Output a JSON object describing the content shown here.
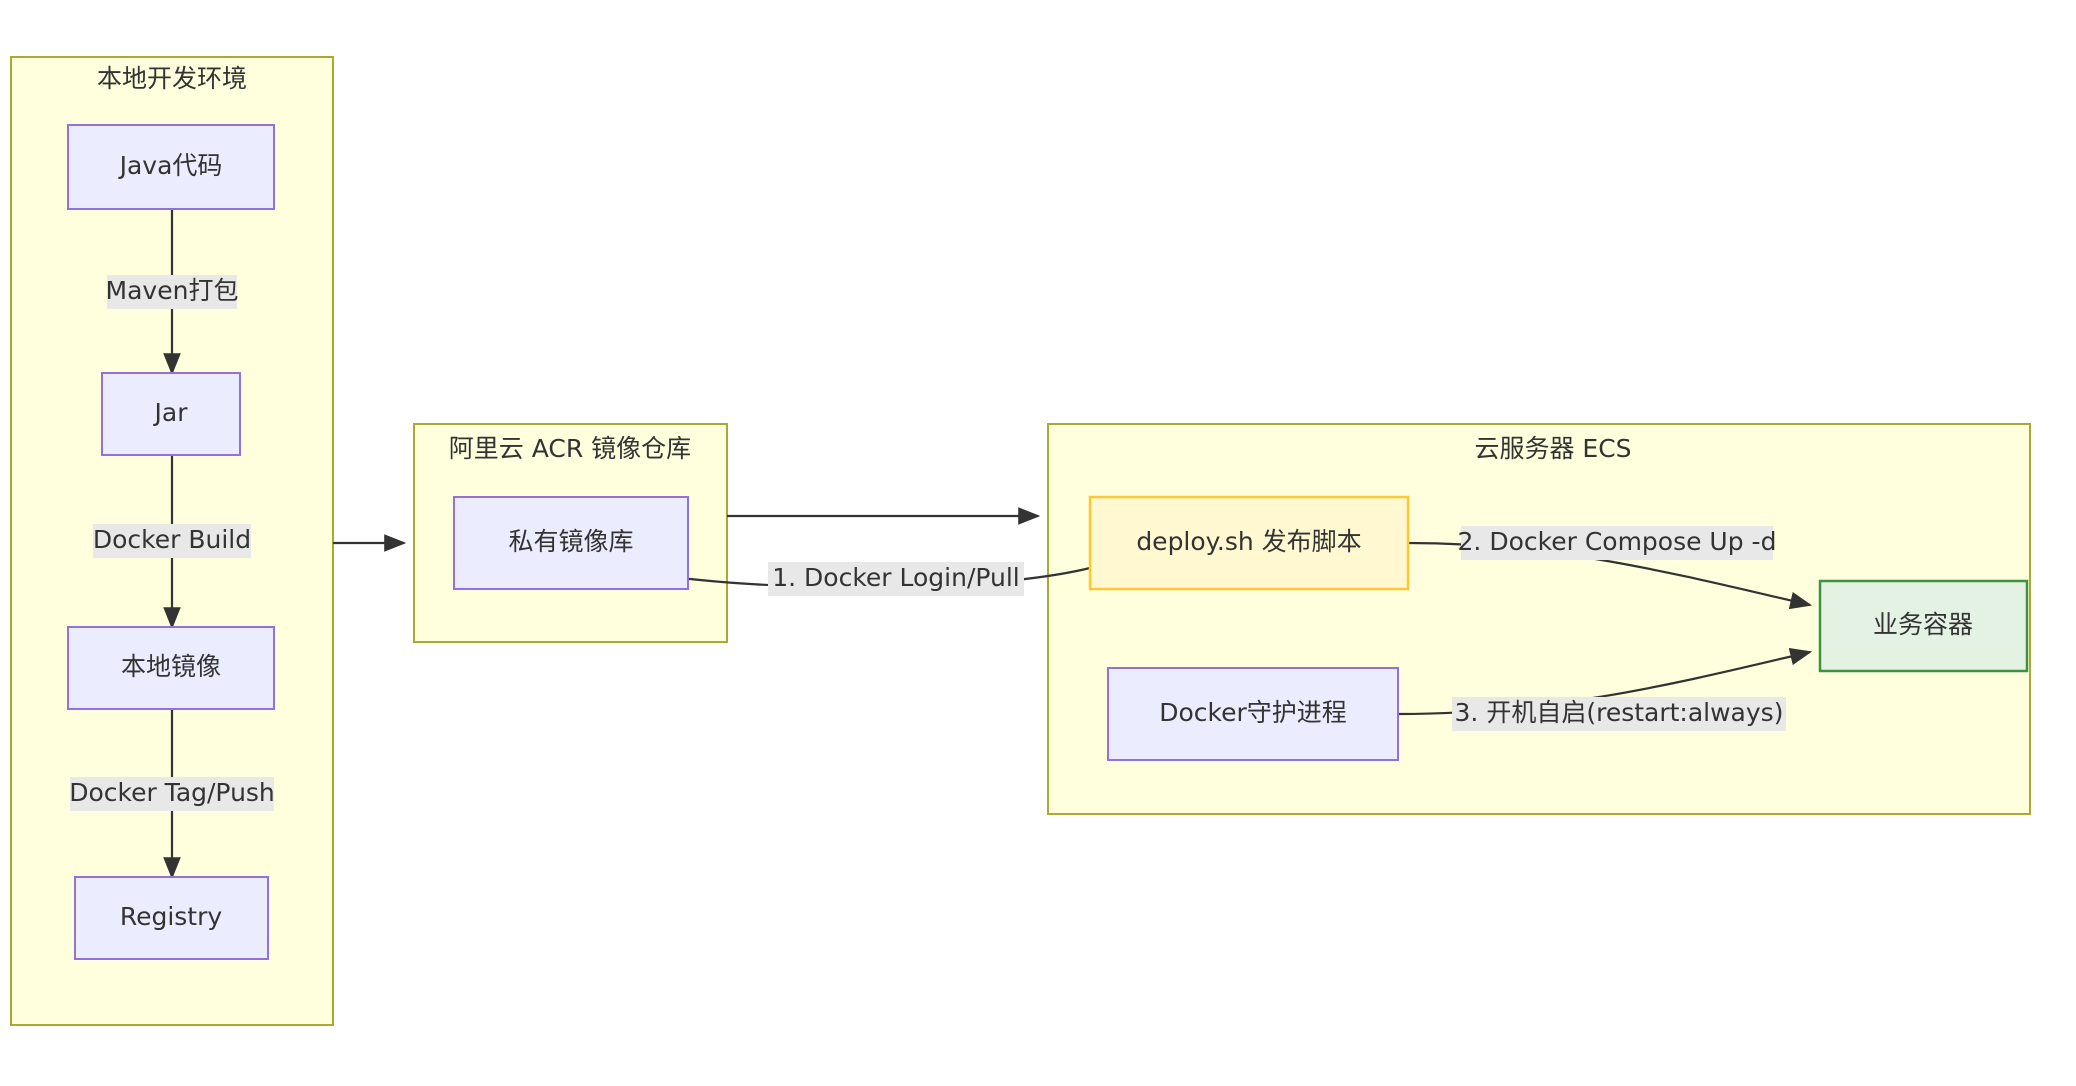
{
  "diagram": {
    "title_visible": false,
    "background": "#ffffff",
    "colors": {
      "cluster_fill": "#ffffde",
      "cluster_stroke": "#aaaa33",
      "node_purple_fill": "#ececff",
      "node_purple_stroke": "#9370db",
      "node_yellow_fill": "#fff8d0",
      "node_yellow_stroke": "#ffc832",
      "node_green_fill": "#e3f2e3",
      "node_green_stroke": "#3f9142",
      "edge_stroke": "#333333",
      "edge_label_bg": "#e8e8e8",
      "text": "#333333"
    },
    "clusters": [
      {
        "id": "local",
        "label": "本地开发环境"
      },
      {
        "id": "acr",
        "label": "阿里云 ACR 镜像仓库"
      },
      {
        "id": "ecs",
        "label": "云服务器 ECS"
      }
    ],
    "nodes": [
      {
        "id": "java",
        "label": "Java代码",
        "style": "purple"
      },
      {
        "id": "jar",
        "label": "Jar",
        "style": "purple"
      },
      {
        "id": "localimg",
        "label": "本地镜像",
        "style": "purple"
      },
      {
        "id": "registry",
        "label": "Registry",
        "style": "purple"
      },
      {
        "id": "privrepo",
        "label": "私有镜像库",
        "style": "purple"
      },
      {
        "id": "deploysh",
        "label": "deploy.sh 发布脚本",
        "style": "yellow"
      },
      {
        "id": "dockerd",
        "label": "Docker守护进程",
        "style": "purple"
      },
      {
        "id": "bizcont",
        "label": "业务容器",
        "style": "green"
      }
    ],
    "edges": [
      {
        "id": "e1",
        "from": "java",
        "to": "jar",
        "label": "Maven打包"
      },
      {
        "id": "e2",
        "from": "jar",
        "to": "localimg",
        "label": "Docker Build"
      },
      {
        "id": "e3",
        "from": "localimg",
        "to": "registry",
        "label": "Docker Tag/Push"
      },
      {
        "id": "e4",
        "from": "local",
        "to": "acr",
        "label": ""
      },
      {
        "id": "e5",
        "from": "acr",
        "to": "ecs",
        "label": ""
      },
      {
        "id": "e6",
        "from": "deploysh",
        "to": "privrepo",
        "label": "1. Docker Login/Pull"
      },
      {
        "id": "e7",
        "from": "deploysh",
        "to": "bizcont",
        "label": "2. Docker Compose Up -d"
      },
      {
        "id": "e8",
        "from": "dockerd",
        "to": "bizcont",
        "label": "3. 开机自启(restart:always)"
      }
    ]
  }
}
